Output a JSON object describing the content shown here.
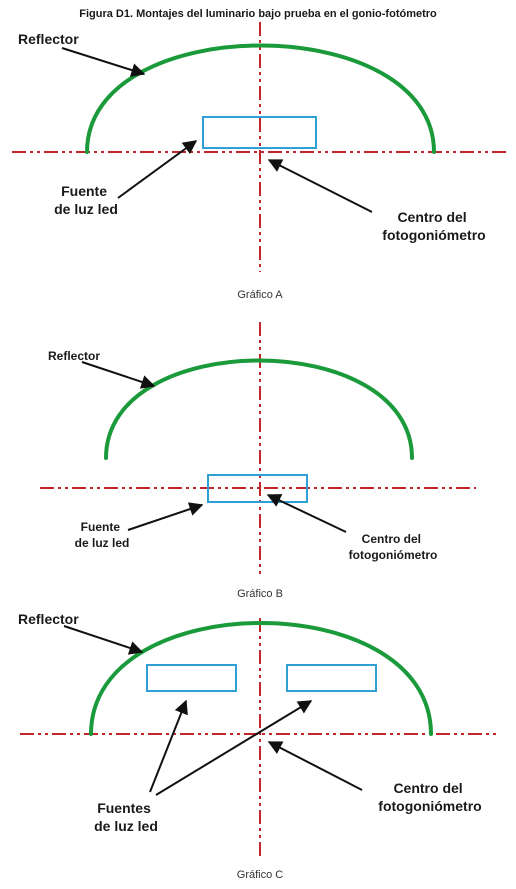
{
  "title": "Figura D1. Montajes del luminario bajo prueba en el gonio-fotómetro",
  "colors": {
    "reflector": "#1a9a3a",
    "axis": "#c0262b",
    "led_source": "#2f9fd6",
    "text": "#1a1a1a"
  },
  "diagram_a": {
    "reflector_label": "Reflector",
    "source_label": [
      "Fuente",
      "de luz led"
    ],
    "center_label": [
      "Centro del",
      "fotogoniómetro"
    ],
    "caption": "Gráfico A"
  },
  "diagram_b": {
    "reflector_label": "Reflector",
    "source_label": [
      "Fuente",
      "de luz led"
    ],
    "center_label": [
      "Centro del",
      "fotogoniómetro"
    ],
    "caption": "Gráfico B"
  },
  "diagram_c": {
    "reflector_label": "Reflector",
    "source_label": [
      "Fuentes",
      "de luz led"
    ],
    "center_label": [
      "Centro del",
      "fotogoniómetro"
    ],
    "caption": "Gráfico C"
  }
}
